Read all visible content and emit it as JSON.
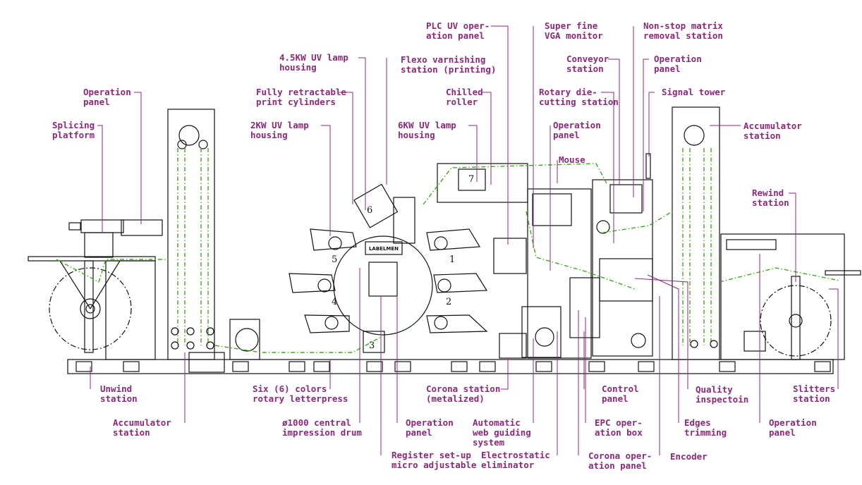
{
  "labels": {
    "plc_uv_panel": [
      "PLC UV oper-",
      "ation panel"
    ],
    "super_fine_vga": [
      "Super fine",
      "VGA monitor"
    ],
    "non_stop_matrix": [
      "Non-stop matrix",
      "removal station"
    ],
    "uv_lamp_45": [
      "4.5KW UV lamp",
      "housing"
    ],
    "flexo_varnishing": [
      "Flexo varnishing",
      "station (printing)"
    ],
    "conveyor": [
      "Conveyor",
      "station"
    ],
    "operation_panel_top_right": [
      "Operation",
      "panel"
    ],
    "operation_panel_top_left": [
      "Operation",
      "panel"
    ],
    "fully_retractable": [
      "Fully retractable",
      "print cylinders"
    ],
    "chilled_roller": [
      "Chilled",
      "roller"
    ],
    "rotary_die": [
      "Rotary die-",
      "cutting station"
    ],
    "signal_tower": [
      "Signal tower"
    ],
    "splicing_platform": [
      "Splicing",
      "platform"
    ],
    "uv_lamp_2": [
      "2KW UV lamp",
      "housing"
    ],
    "uv_lamp_6": [
      "6KW UV lamp",
      "housing"
    ],
    "operation_panel_mid": [
      "Operation",
      "panel"
    ],
    "accumulator_top": [
      "Accumulator",
      "station"
    ],
    "mouse": [
      "Mouse"
    ],
    "rewind": [
      "Rewind",
      "station"
    ],
    "unwind": [
      "Unwind",
      "station"
    ],
    "six_colors": [
      "Six (6) colors",
      "rotary letterpress"
    ],
    "corona_station": [
      "Corona station",
      "(metalized)"
    ],
    "control_panel": [
      "Control",
      "panel"
    ],
    "quality_inspection": [
      "Quality",
      "inspectoin"
    ],
    "slitters": [
      "Slitters",
      "station"
    ],
    "accumulator_bottom": [
      "Accumulator",
      "station"
    ],
    "drum": [
      "ø1000 central",
      "impression drum"
    ],
    "operation_panel_bottom_mid": [
      "Operation",
      "panel"
    ],
    "auto_web_guiding": [
      "Automatic",
      "web guiding",
      "system"
    ],
    "epc_box": [
      "EPC oper-",
      "ation box"
    ],
    "edges_trimming": [
      "Edges",
      "trimming"
    ],
    "operation_panel_bottom_right": [
      "Operation",
      "panel"
    ],
    "register_setup": [
      "Register set-up",
      "micro adjustable"
    ],
    "electrostatic": [
      "Electrostatic",
      "eliminator"
    ],
    "corona_op_panel": [
      "Corona oper-",
      "ation panel"
    ],
    "encoder": [
      "Encoder"
    ]
  },
  "machine_text": {
    "brand_plate": "LABELMEN",
    "unit_numbers": [
      "1",
      "2",
      "3",
      "4",
      "5",
      "6",
      "7"
    ]
  },
  "colors": {
    "label": "#8a2a7a",
    "web_path": "#3fa81c",
    "machine": "#111111"
  }
}
